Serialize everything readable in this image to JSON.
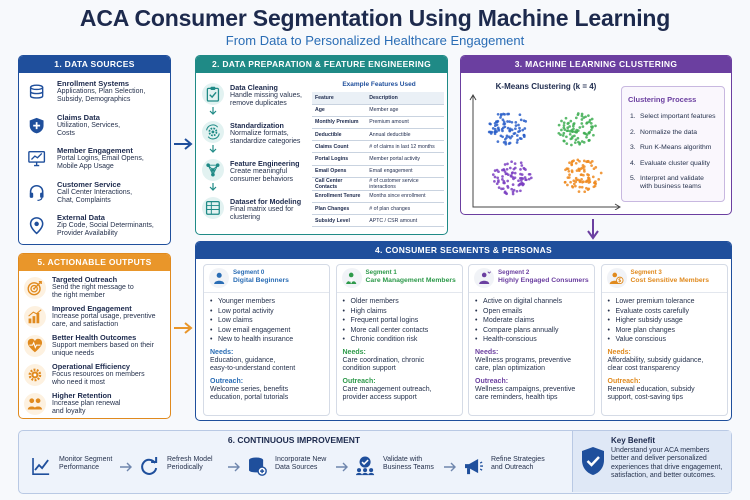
{
  "header": {
    "title": "ACA Consumer Segmentation Using Machine Learning",
    "subtitle": "From Data to Personalized Healthcare Engagement"
  },
  "colors": {
    "blue": "#1f4f9c",
    "teal": "#1f8a86",
    "purple": "#6b3fa0",
    "orange": "#e9962a",
    "green": "#2e9a4b",
    "segment_blue": "#2a6db5"
  },
  "data_sources": {
    "heading": "1. DATA SOURCES",
    "items": [
      {
        "title": "Enrollment Systems",
        "desc": [
          "Applications, Plan Selection,",
          "Subsidy, Demographics"
        ],
        "icon": "database-icon"
      },
      {
        "title": "Claims Data",
        "desc": [
          "Utilization, Services,",
          "Costs"
        ],
        "icon": "shield-plus-icon"
      },
      {
        "title": "Member Engagement",
        "desc": [
          "Portal Logins, Email Opens,",
          "Mobile App Usage"
        ],
        "icon": "monitor-chart-icon"
      },
      {
        "title": "Customer Service",
        "desc": [
          "Call Center Interactions,",
          "Chat, Complaints"
        ],
        "icon": "headset-icon"
      },
      {
        "title": "External Data",
        "desc": [
          "Zip Code, Social Determinants,",
          "Provider Availability"
        ],
        "icon": "map-pin-icon"
      }
    ]
  },
  "data_prep": {
    "heading": "2. DATA PREPARATION & FEATURE ENGINEERING",
    "steps": [
      {
        "title": "Data Cleaning",
        "desc": [
          "Handle missing values,",
          "remove duplicates"
        ],
        "icon": "clipboard-check-icon"
      },
      {
        "title": "Standardization",
        "desc": [
          "Normalize formats,",
          "standardize categories"
        ],
        "icon": "gear-refresh-icon"
      },
      {
        "title": "Feature Engineering",
        "desc": [
          "Create meaningful",
          "consumer behaviors"
        ],
        "icon": "network-icon"
      },
      {
        "title": "Dataset for Modeling",
        "desc": [
          "Final matrix used for",
          "clustering"
        ],
        "icon": "dataset-icon"
      }
    ],
    "table_title": "Example Features Used",
    "table_headers": [
      "Feature",
      "Description"
    ],
    "table_rows": [
      [
        "Age",
        "Member age"
      ],
      [
        "Monthly Premium",
        "Premium amount"
      ],
      [
        "Deductible",
        "Annual deductible"
      ],
      [
        "Claims Count",
        "# of claims in last 12 months"
      ],
      [
        "Portal Logins",
        "Member portal activity"
      ],
      [
        "Email Opens",
        "Email engagement"
      ],
      [
        "Call Center Contacts",
        "# of customer service interactions"
      ],
      [
        "Enrollment Tenure",
        "Months since enrollment"
      ],
      [
        "Plan Changes",
        "# of plan changes"
      ],
      [
        "Subsidy Level",
        "APTC / CSR amount"
      ]
    ]
  },
  "ml": {
    "heading": "3. MACHINE LEARNING CLUSTERING",
    "chart_title": "K-Means Clustering (k = 4)",
    "process_title": "Clustering Process",
    "process_steps": [
      {
        "n": "1.",
        "text": [
          "Select important features"
        ]
      },
      {
        "n": "2.",
        "text": [
          "Normalize the data"
        ]
      },
      {
        "n": "3.",
        "text": [
          "Run K-Means algorithm"
        ]
      },
      {
        "n": "4.",
        "text": [
          "Evaluate cluster quality"
        ]
      },
      {
        "n": "5.",
        "text": [
          "Interpret and validate",
          "with business teams"
        ]
      }
    ]
  },
  "chart_data": {
    "type": "scatter",
    "title": "K-Means Clustering (k = 4)",
    "xlabel": "",
    "ylabel": "",
    "grid": false,
    "series": [
      {
        "color": "#2a5fc9",
        "cx": 0.22,
        "cy": 0.28
      },
      {
        "color": "#3fae54",
        "cx": 0.72,
        "cy": 0.3
      },
      {
        "color": "#7b3fc2",
        "cx": 0.25,
        "cy": 0.75
      },
      {
        "color": "#ef8a1f",
        "cx": 0.75,
        "cy": 0.73
      }
    ]
  },
  "actionable": {
    "heading": "5. ACTIONABLE OUTPUTS",
    "items": [
      {
        "title": "Targeted Outreach",
        "desc": [
          "Send the right message to",
          "the right member"
        ],
        "icon": "target-icon"
      },
      {
        "title": "Improved Engagement",
        "desc": [
          "Increase portal usage, preventive",
          "care, and satisfaction"
        ],
        "icon": "bar-growth-icon"
      },
      {
        "title": "Better Health Outcomes",
        "desc": [
          "Support members based on their",
          "unique needs"
        ],
        "icon": "heart-pulse-icon"
      },
      {
        "title": "Operational Efficiency",
        "desc": [
          "Focus resources on members",
          "who need it most"
        ],
        "icon": "gear-icon"
      },
      {
        "title": "Higher Retention",
        "desc": [
          "Increase plan renewal",
          "and loyalty"
        ],
        "icon": "people-icon"
      }
    ]
  },
  "segments": {
    "heading": "4. CONSUMER SEGMENTS & PERSONAS",
    "needs_label": "Needs:",
    "outreach_label": "Outreach:",
    "items": [
      {
        "num": "Segment 0",
        "name": "Digital Beginners",
        "color": "#2a6db5",
        "icon": "person-icon",
        "bullets": [
          "Younger members",
          "Low portal activity",
          "Low claims",
          "Low email engagement",
          "New to health insurance"
        ],
        "needs": [
          "Education, guidance,",
          "easy-to-understand content"
        ],
        "outreach": [
          "Welcome series, benefits",
          "education, portal tutorials"
        ]
      },
      {
        "num": "Segment 1",
        "name": "Care Management Members",
        "color": "#2e9a4b",
        "icon": "caregiver-icon",
        "bullets": [
          "Older members",
          "High claims",
          "Frequent portal logins",
          "More call center contacts",
          "Chronic condition risk"
        ],
        "needs": [
          "Care coordination, chronic",
          "condition support"
        ],
        "outreach": [
          "Care management outreach,",
          "provider access support"
        ]
      },
      {
        "num": "Segment 2",
        "name": "Highly Engaged Consumers",
        "color": "#6b3fa0",
        "icon": "engaged-person-icon",
        "bullets": [
          "Active on digital channels",
          "Open emails",
          "Moderate claims",
          "Compare plans annually",
          "Health-conscious"
        ],
        "needs": [
          "Wellness programs, preventive",
          "care, plan optimization"
        ],
        "outreach": [
          "Wellness campaigns, preventive",
          "care reminders, health tips"
        ]
      },
      {
        "num": "Segment 3",
        "name": "Cost Sensitive Members",
        "color": "#e08a1e",
        "icon": "dollar-person-icon",
        "bullets": [
          "Lower premium tolerance",
          "Evaluate costs carefully",
          "Higher subsidy usage",
          "More plan changes",
          "Value conscious"
        ],
        "needs": [
          "Affordability, subsidy guidance,",
          "clear cost transparency"
        ],
        "outreach": [
          "Renewal education, subsidy",
          "support, cost-saving tips"
        ]
      }
    ]
  },
  "improvement": {
    "heading": "6. CONTINUOUS IMPROVEMENT",
    "steps": [
      {
        "text": [
          "Monitor Segment",
          "Performance"
        ],
        "icon": "trend-chart-icon"
      },
      {
        "text": [
          "Refresh Model",
          "Periodically"
        ],
        "icon": "refresh-icon"
      },
      {
        "text": [
          "Incorporate New",
          "Data Sources"
        ],
        "icon": "database-add-icon"
      },
      {
        "text": [
          "Validate with",
          "Business Teams"
        ],
        "icon": "team-check-icon"
      },
      {
        "text": [
          "Refine Strategies",
          "and Outreach"
        ],
        "icon": "megaphone-icon"
      }
    ],
    "benefit_title": "Key Benefit",
    "benefit_text": [
      "Understand your ACA members",
      "better and deliver personalized",
      "experiences that drive engagement,",
      "satisfaction, and better outcomes."
    ]
  }
}
